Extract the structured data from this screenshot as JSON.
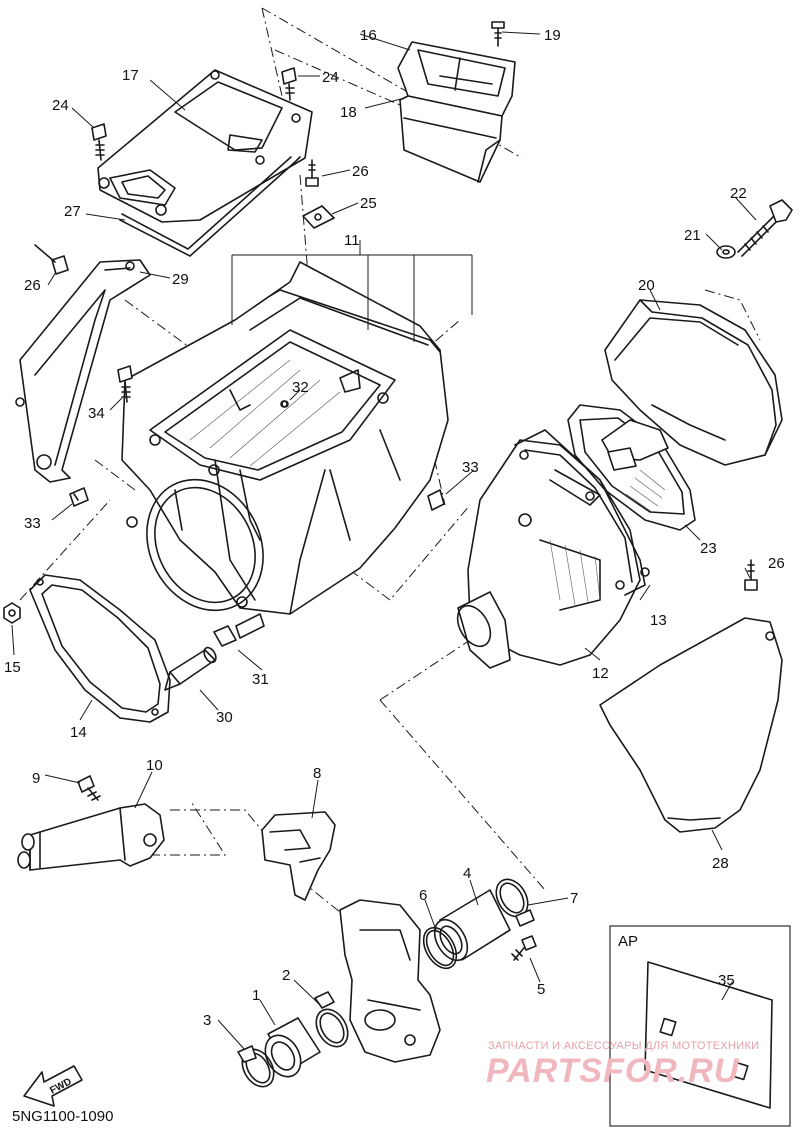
{
  "diagram": {
    "part_numbers": [
      "1",
      "2",
      "3",
      "4",
      "5",
      "6",
      "7",
      "8",
      "9",
      "10",
      "11",
      "12",
      "13",
      "14",
      "15",
      "16",
      "17",
      "18",
      "19",
      "20",
      "21",
      "22",
      "23",
      "24",
      "24",
      "25",
      "26",
      "26",
      "26",
      "27",
      "28",
      "29",
      "30",
      "31",
      "32",
      "33",
      "33",
      "34",
      "35"
    ],
    "inset_label": "AP",
    "inset_part": "35",
    "fwd_label": "FWD",
    "drawing_code": "5NG1100-1090"
  },
  "watermark": {
    "caption": "ЗАПЧАСТИ И АКСЕССУАРЫ ДЛЯ МОТОТЕХНИКИ",
    "brand": "PARTSFOR.RU"
  },
  "colors": {
    "line": "#1a1a1a",
    "watermark": "#f0b7bf"
  }
}
